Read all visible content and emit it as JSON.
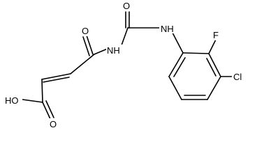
{
  "molecule": {
    "atoms": {
      "o_top": "O",
      "nh_right": "NH",
      "f": "F",
      "o_left": "O",
      "nh_mid": "NH",
      "cl": "Cl",
      "oh": "HO",
      "o_bottom": "O"
    },
    "colors": {
      "bond": "#000000",
      "label": "#000000",
      "background": "#ffffff"
    }
  }
}
